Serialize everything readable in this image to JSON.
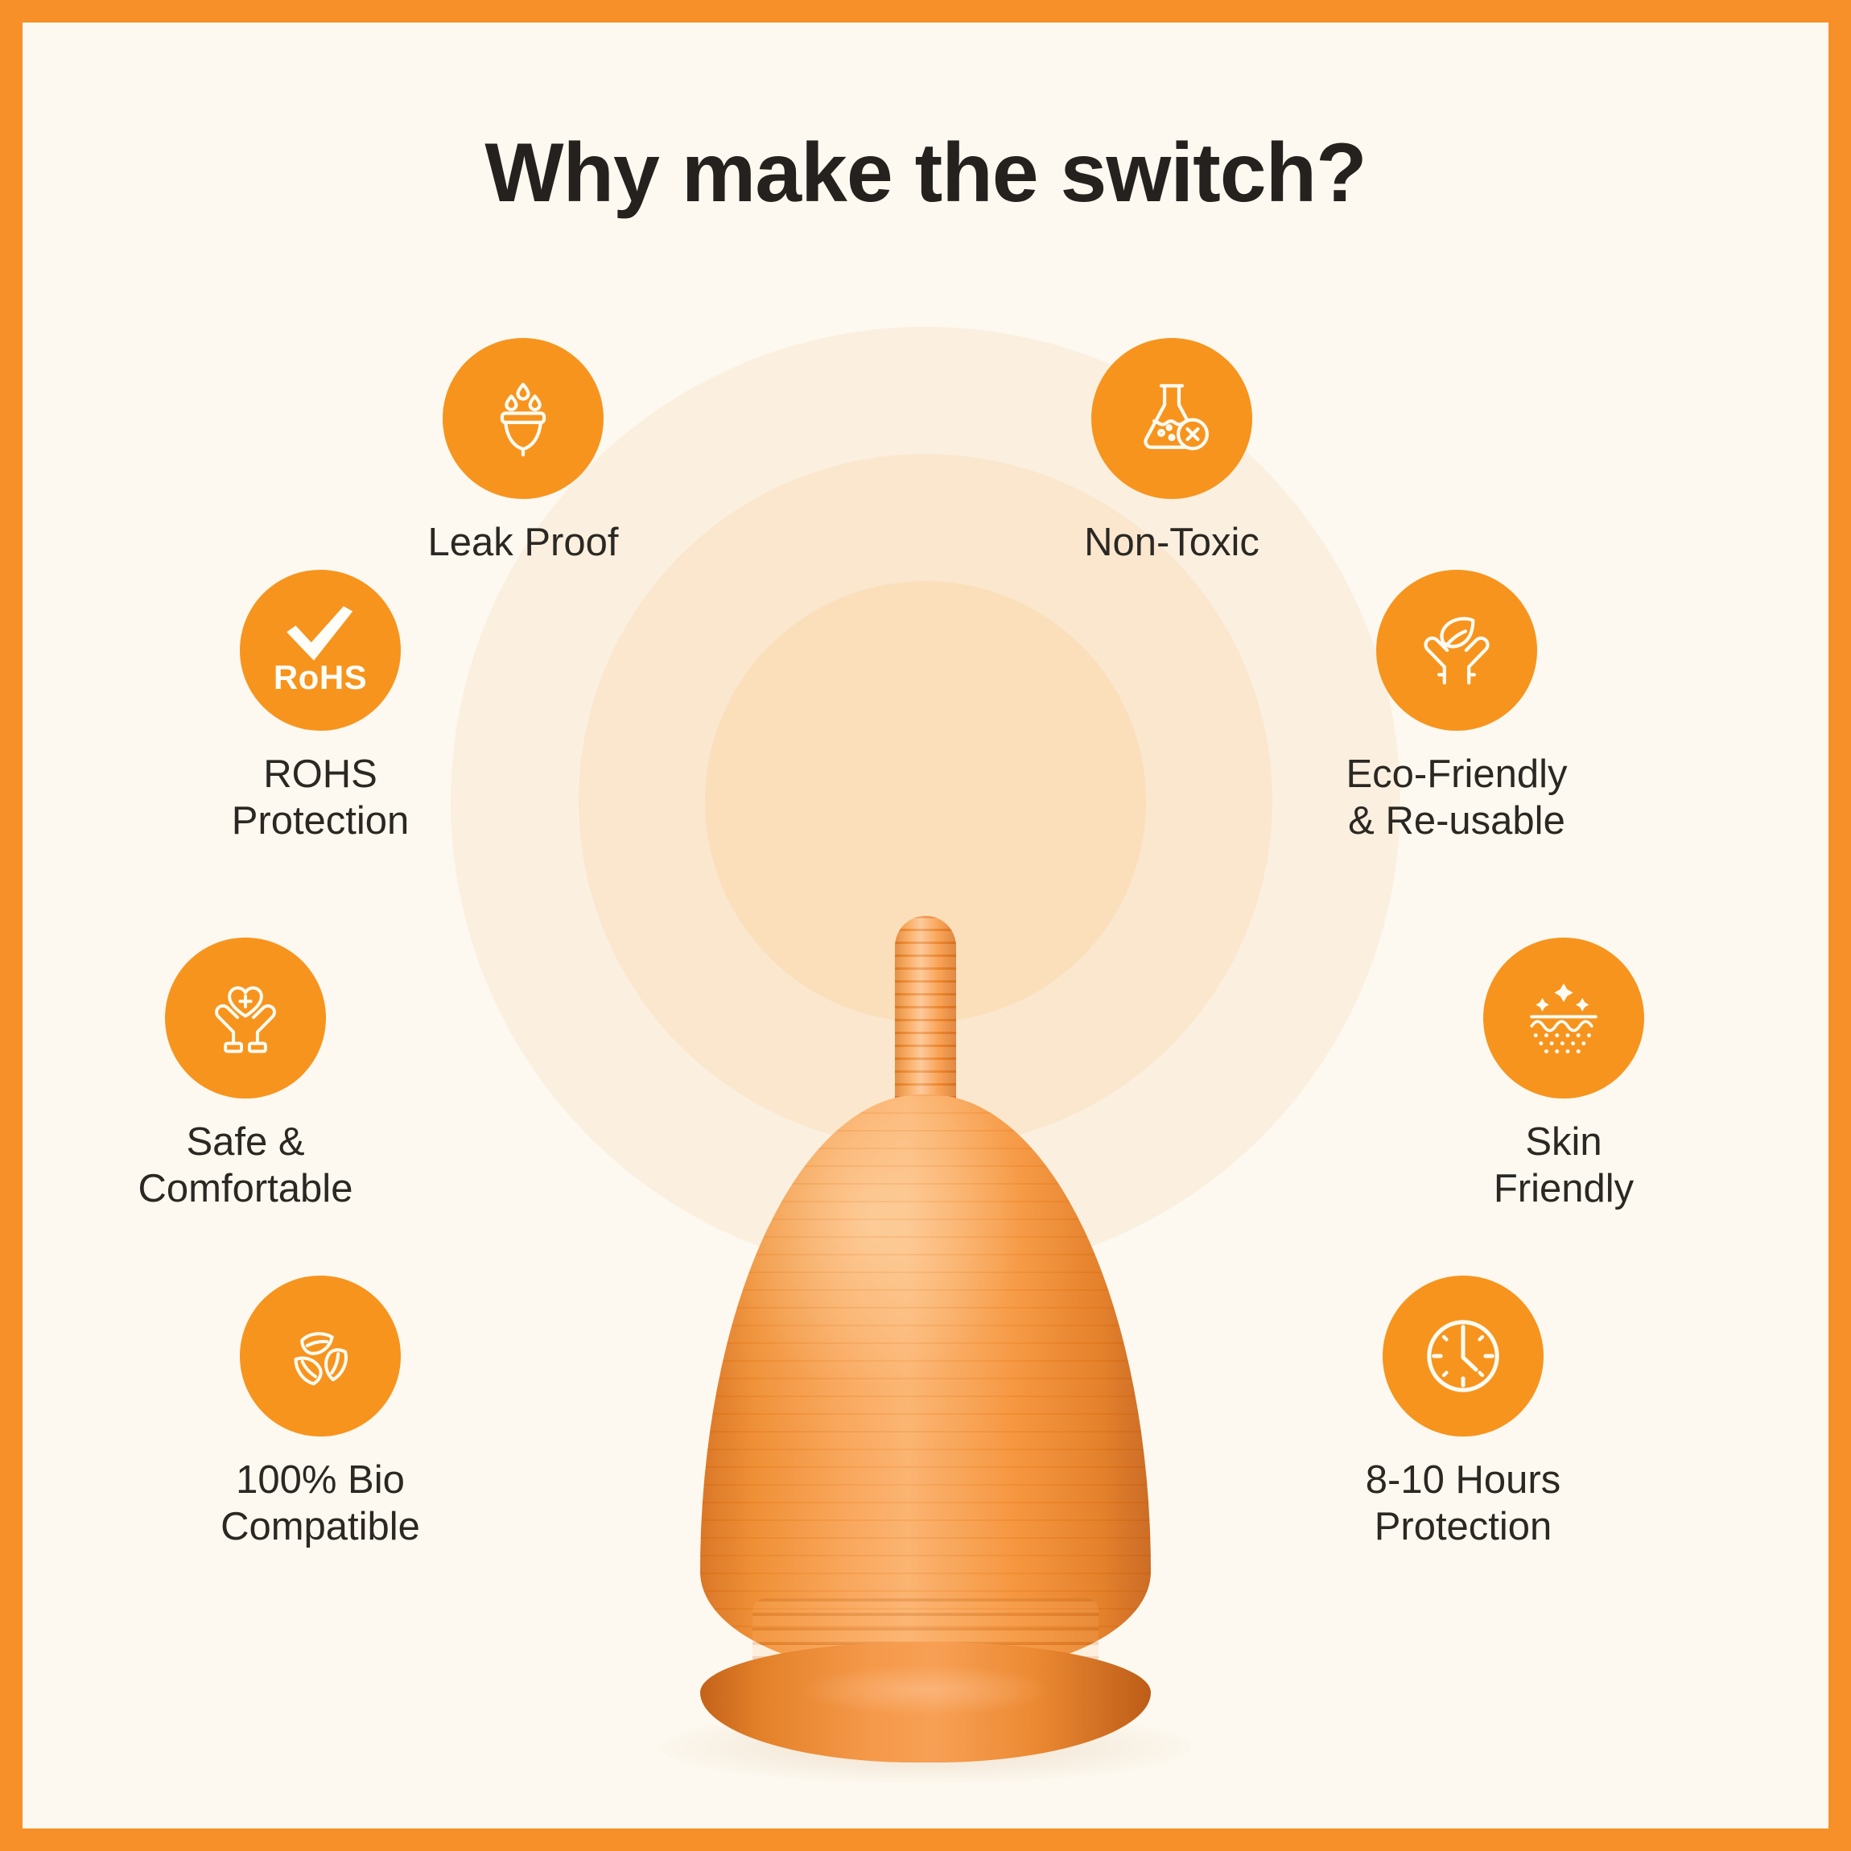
{
  "theme": {
    "border_color": "#F79028",
    "background_color": "#FDF9F0",
    "accent_color": "#F7941E",
    "title_color": "#24211E",
    "label_color": "#2B2824",
    "halo_colors": [
      "#FBF0DF",
      "#FAE7CE",
      "#FBDFBA"
    ]
  },
  "header": {
    "title": "Why make the switch?"
  },
  "features": [
    {
      "id": "leak-proof",
      "label": "Leak Proof",
      "icon": "cup-drops-icon"
    },
    {
      "id": "non-toxic",
      "label": "Non-Toxic",
      "icon": "flask-no-toxic-icon"
    },
    {
      "id": "rohs-protection",
      "label": "ROHS\nProtection",
      "icon": "rohs-check-icon",
      "badge_text": "RoHS"
    },
    {
      "id": "eco-friendly",
      "label": "Eco-Friendly\n& Re-usable",
      "icon": "hands-leaf-icon"
    },
    {
      "id": "safe-comfortable",
      "label": "Safe &\nComfortable",
      "icon": "hands-heart-cross-icon"
    },
    {
      "id": "skin-friendly",
      "label": "Skin\nFriendly",
      "icon": "skin-layers-sparkle-icon"
    },
    {
      "id": "bio-compatible",
      "label": "100% Bio\nCompatible",
      "icon": "three-leaves-recycle-icon"
    },
    {
      "id": "hours-protection",
      "label": "8-10 Hours\nProtection",
      "icon": "clock-icon"
    }
  ],
  "product": {
    "name": "menstrual-cup",
    "color": "#F5994A"
  }
}
